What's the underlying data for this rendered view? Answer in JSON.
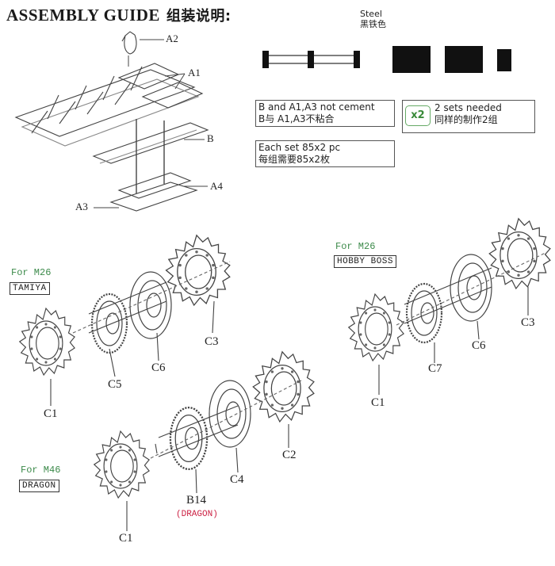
{
  "header": {
    "title": "ASSEMBLY GUIDE",
    "title_cn": "组装说明:"
  },
  "steel": {
    "label": "Steel",
    "label_cn": "黑铁色"
  },
  "notes": {
    "cement_en": "B and A1,A3 not cement",
    "cement_cn": "B与 A1,A3不粘合",
    "count_en": "Each set 85x2 pc",
    "count_cn": "每组需要85x2枚",
    "multiplier": "x2",
    "sets_en": "2 sets needed",
    "sets_cn": "同样的制作2组"
  },
  "track_parts": [
    "A2",
    "A1",
    "B",
    "A4",
    "A3"
  ],
  "tamiya": {
    "for": "For M26",
    "brand": "TAMIYA",
    "parts": [
      "C3",
      "C6",
      "C5",
      "C1"
    ]
  },
  "hobbyboss": {
    "for": "For M26",
    "brand": "HOBBY BOSS",
    "parts": [
      "C3",
      "C6",
      "C7",
      "C1"
    ]
  },
  "dragon": {
    "for": "For M46",
    "brand": "DRAGON",
    "parts": [
      "C2",
      "C4",
      "B14",
      "C1"
    ],
    "note": "(DRAGON)"
  },
  "colors": {
    "accent_green": "#3c8a4a",
    "accent_red": "#cc2244",
    "steel_block": "#111111"
  }
}
